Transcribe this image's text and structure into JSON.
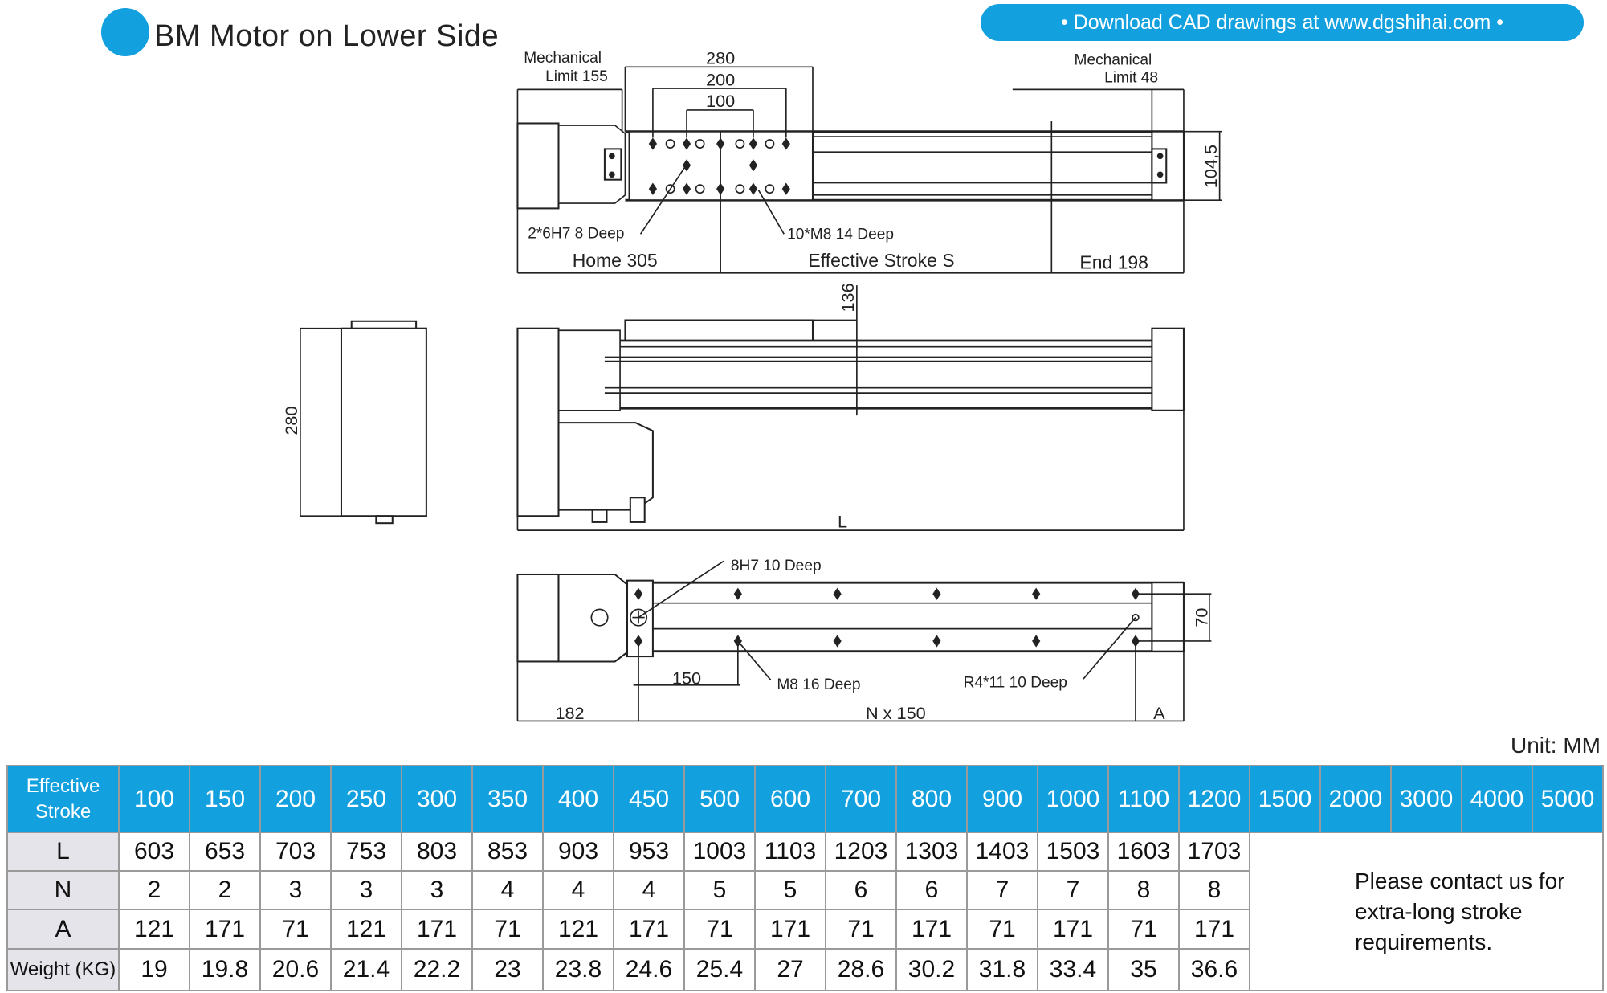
{
  "header": {
    "title": "BM Motor on Lower Side",
    "download_banner": "• Download CAD drawings at www.dgshihai.com •",
    "accent_color": "#12a0df"
  },
  "top_view": {
    "mech_limit_left_line1": "Mechanical",
    "mech_limit_left_line2": "Limit 155",
    "dim_280": "280",
    "dim_200": "200",
    "dim_100": "100",
    "mech_limit_right_line1": "Mechanical",
    "mech_limit_right_line2": "Limit 48",
    "dim_104_5": "104,5",
    "pin_hole_note": "2*6H7  8 Deep",
    "thread_note": "10*M8  14 Deep",
    "home": "Home 305",
    "stroke": "Effective Stroke S",
    "end": "End 198"
  },
  "side_view": {
    "dim_136": "136",
    "dim_L": "L",
    "end_dim_280": "280"
  },
  "bottom_view": {
    "pin_note": "8H7  10 Deep",
    "dim_70": "70",
    "dim_150": "150",
    "thread_note": "M8  16 Deep",
    "slot_note": "R4*11  10 Deep",
    "dim_182": "182",
    "dim_nx150": "N x 150",
    "dim_A": "A"
  },
  "unit": "Unit: MM",
  "table": {
    "header_label": [
      "Effective",
      "Stroke"
    ],
    "strokes": [
      "100",
      "150",
      "200",
      "250",
      "300",
      "350",
      "400",
      "450",
      "500",
      "600",
      "700",
      "800",
      "900",
      "1000",
      "1100",
      "1200",
      "1500",
      "2000",
      "3000",
      "4000",
      "5000"
    ],
    "rows": [
      {
        "label": "L",
        "values": [
          "603",
          "653",
          "703",
          "753",
          "803",
          "853",
          "903",
          "953",
          "1003",
          "1103",
          "1203",
          "1303",
          "1403",
          "1503",
          "1603",
          "1703"
        ]
      },
      {
        "label": "N",
        "values": [
          "2",
          "2",
          "3",
          "3",
          "3",
          "4",
          "4",
          "4",
          "5",
          "5",
          "6",
          "6",
          "7",
          "7",
          "8",
          "8"
        ]
      },
      {
        "label": "A",
        "values": [
          "121",
          "171",
          "71",
          "121",
          "171",
          "71",
          "121",
          "171",
          "71",
          "171",
          "71",
          "171",
          "71",
          "171",
          "71",
          "171"
        ]
      },
      {
        "label": "Weight (KG)",
        "values": [
          "19",
          "19.8",
          "20.6",
          "21.4",
          "22.2",
          "23",
          "23.8",
          "24.6",
          "25.4",
          "27",
          "28.6",
          "30.2",
          "31.8",
          "33.4",
          "35",
          "36.6"
        ]
      }
    ],
    "note": [
      "Please contact us for",
      "extra-long stroke",
      "requirements."
    ]
  }
}
